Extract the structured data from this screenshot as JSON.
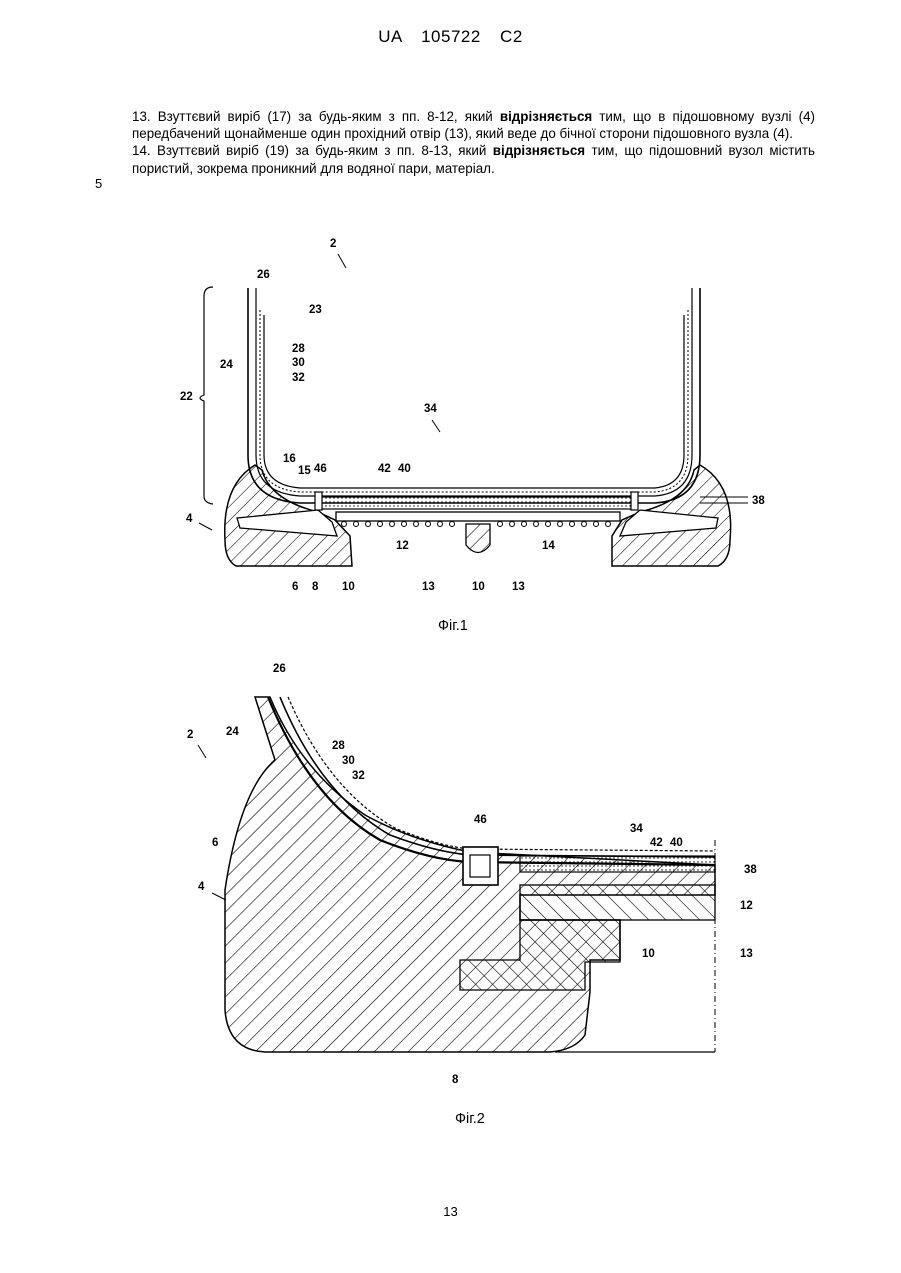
{
  "header": "UA 105722 C2",
  "claims": {
    "c13_pre": "13. Взуттєвий виріб (17) за будь-яким з пп. 8-12, який ",
    "c13_bold": "відрізняється",
    "c13_post": " тим, що в підошовному вузлі (4) передбачений щонайменше один прохідний отвір (13), який веде до бічної сторони підошовного вузла (4).",
    "c14_pre": "14. Взуттєвий виріб (19) за будь-яким з пп. 8-13, який ",
    "c14_bold": "відрізняється",
    "c14_post": " тим, що підошовний вузол містить пористий, зокрема проникний для водяної пари, матеріал."
  },
  "line_number": "5",
  "figure1": {
    "caption": "Фіг.1",
    "labels": [
      "2",
      "26",
      "23",
      "28",
      "30",
      "32",
      "24",
      "22",
      "34",
      "16",
      "46",
      "42",
      "40",
      "15",
      "38",
      "4",
      "12",
      "14",
      "6",
      "8",
      "10",
      "10",
      "13",
      "13"
    ]
  },
  "figure2": {
    "caption": "Фіг.2",
    "labels": [
      "26",
      "2",
      "24",
      "28",
      "30",
      "32",
      "46",
      "34",
      "42",
      "40",
      "38",
      "6",
      "4",
      "12",
      "10",
      "13",
      "8"
    ]
  },
  "page_number": "13"
}
